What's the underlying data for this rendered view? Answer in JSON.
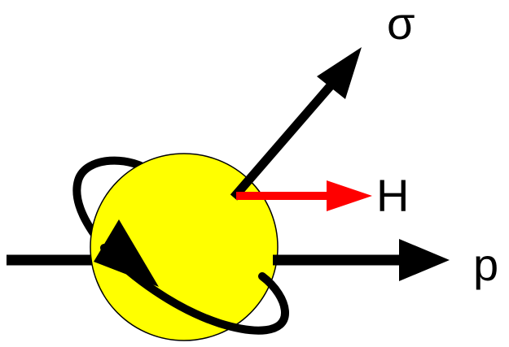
{
  "labels": {
    "sigma": "σ",
    "field": "H",
    "momentum": "p"
  },
  "colors": {
    "particle_fill": "#ffff00",
    "particle_stroke": "#000000",
    "arrow": "#000000",
    "field_arrow": "#ff0000",
    "background": "#ffffff"
  }
}
